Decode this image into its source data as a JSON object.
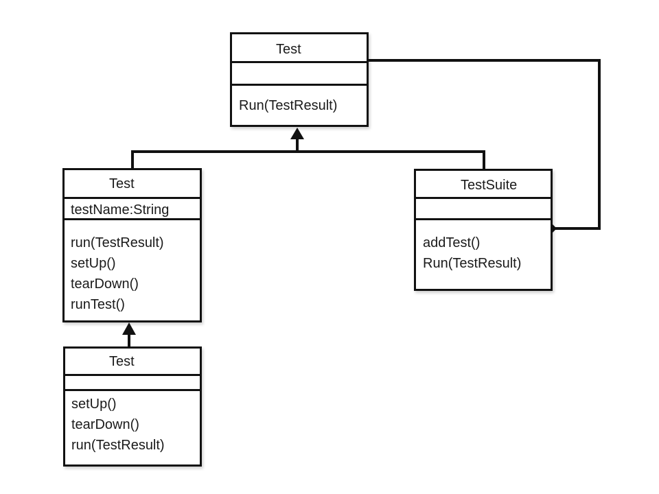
{
  "diagram": {
    "classes": [
      {
        "id": "test-base",
        "name": "Test",
        "attributes": [],
        "methods": [
          "Run(TestResult)"
        ]
      },
      {
        "id": "test-case",
        "name": "Test",
        "attributes": [
          "testName:String"
        ],
        "methods": [
          "run(TestResult)",
          "setUp()",
          "tearDown()",
          "runTest()"
        ]
      },
      {
        "id": "test-suite",
        "name": "TestSuite",
        "attributes": [],
        "methods": [
          "addTest()",
          "Run(TestResult)"
        ]
      },
      {
        "id": "test-derived",
        "name": "Test",
        "attributes": [],
        "methods": [
          "setUp()",
          "tearDown()",
          "run(TestResult)"
        ]
      }
    ],
    "relations": [
      {
        "type": "generalization",
        "from": "test-case",
        "to": "test-base"
      },
      {
        "type": "generalization",
        "from": "test-suite",
        "to": "test-base"
      },
      {
        "type": "generalization",
        "from": "test-derived",
        "to": "test-case"
      },
      {
        "type": "aggregation",
        "whole": "test-suite",
        "part": "test-base"
      }
    ],
    "colors": {
      "line": "#111111",
      "fill": "#ffffff"
    }
  }
}
